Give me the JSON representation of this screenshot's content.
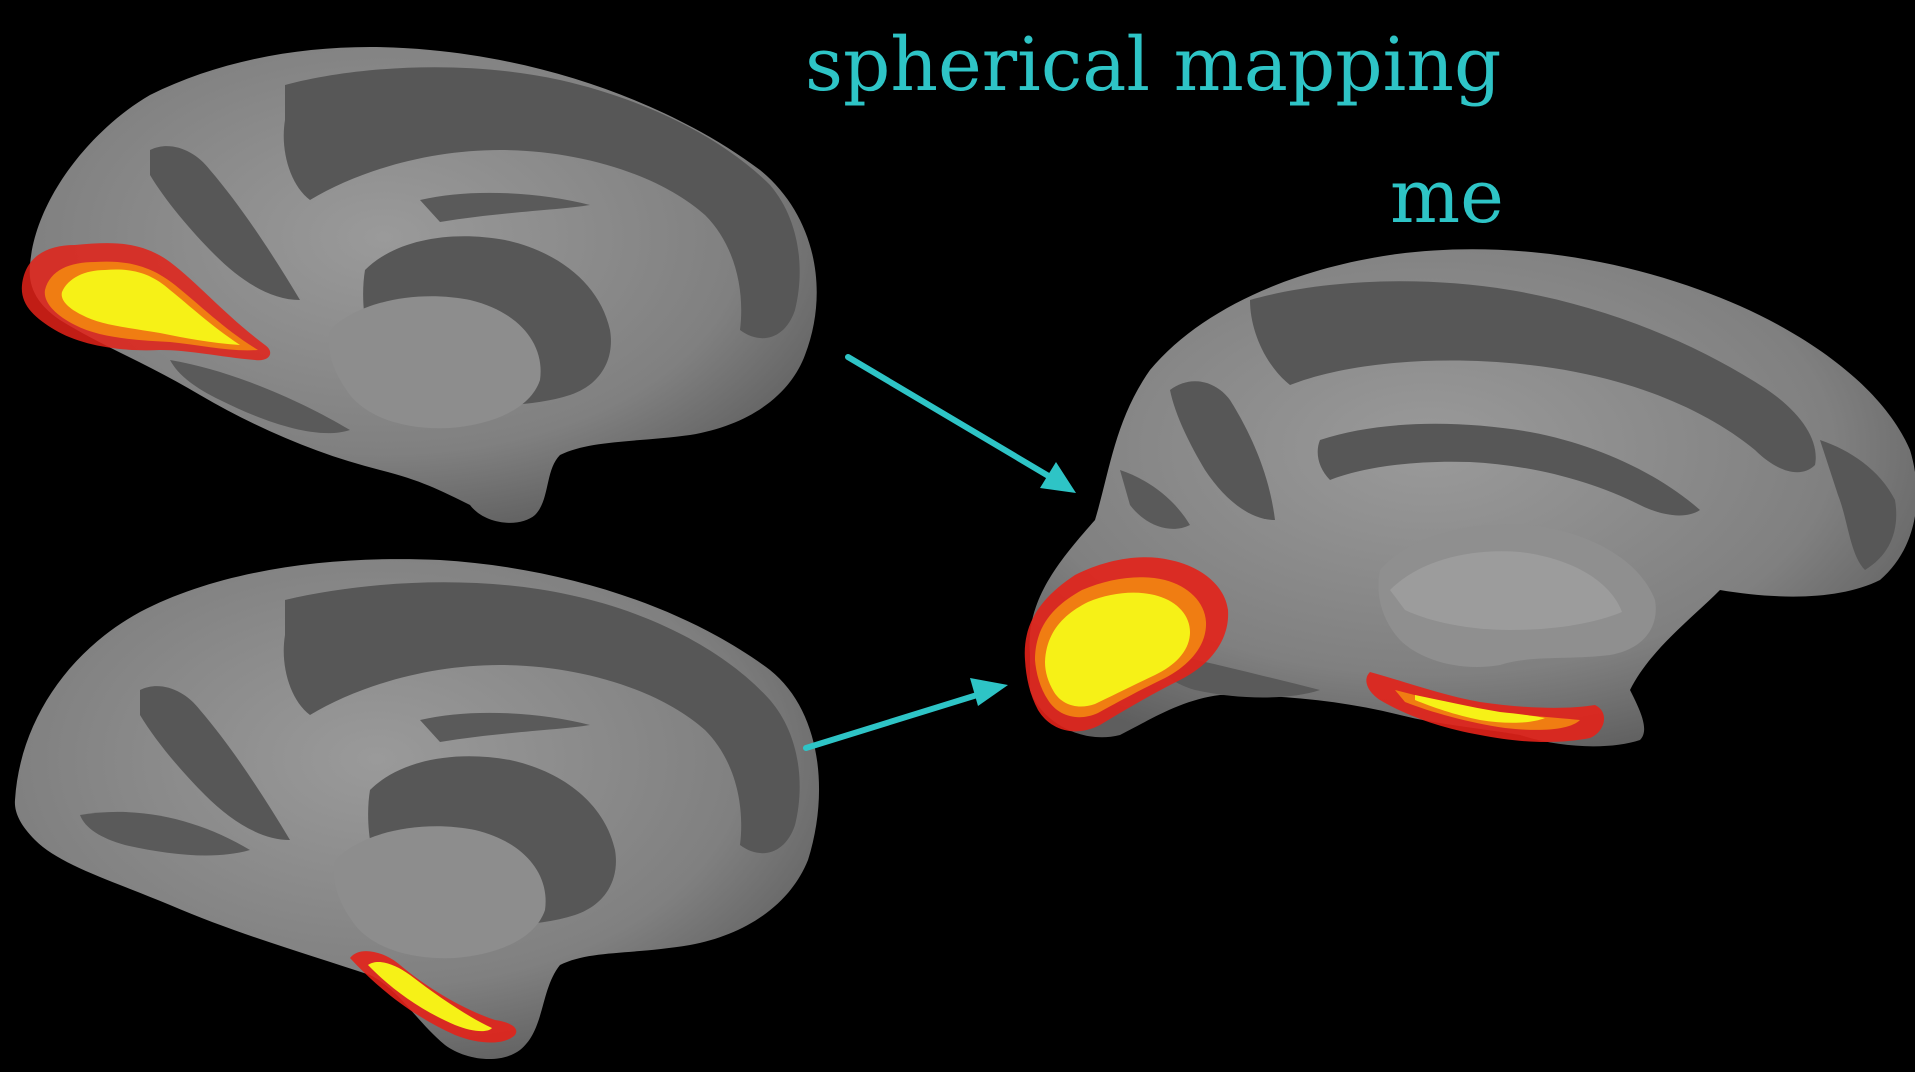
{
  "labels": {
    "title": "spherical mapping",
    "target": "me"
  },
  "colors": {
    "background": "#000000",
    "label": "#2ec4c6",
    "arrow": "#2ec4c6",
    "cortex_light": "#8a8a8a",
    "cortex_dark": "#555555",
    "activation_red": "#e32219",
    "activation_orange": "#f07d12",
    "activation_yellow": "#f6f117"
  },
  "figure": {
    "panels": [
      "source-brain-top",
      "source-brain-bottom",
      "target-brain-me"
    ],
    "arrows": [
      "top-to-target",
      "bottom-to-target"
    ]
  }
}
